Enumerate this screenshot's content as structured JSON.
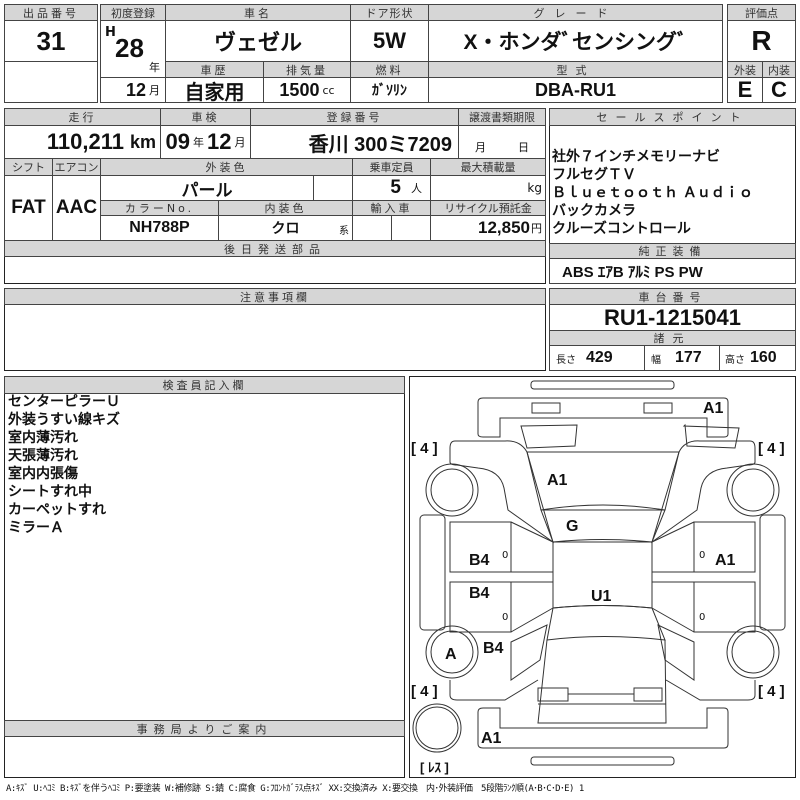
{
  "lot": {
    "label": "出品番号",
    "value": "31"
  },
  "first_reg": {
    "label": "初度登録",
    "era": "H",
    "year": "28",
    "year_unit": "年",
    "month": "12",
    "month_unit": "月"
  },
  "car_name": {
    "label": "車名",
    "value": "ヴェゼル"
  },
  "history": {
    "label": "車歴",
    "value": "自家用"
  },
  "displacement": {
    "label": "排気量",
    "value": "1500",
    "unit": "cc"
  },
  "doors": {
    "label": "ドア形状",
    "value": "5W"
  },
  "fuel": {
    "label": "燃料",
    "value": "ｶﾞｿﾘﾝ"
  },
  "grade": {
    "label": "グレード",
    "value": "X・ホンダﾞセンシングﾞ"
  },
  "model": {
    "label": "型式",
    "value": "DBA-RU1"
  },
  "score": {
    "label": "評価点",
    "value": "R",
    "ext_label": "外装",
    "ext": "E",
    "int_label": "内装",
    "int": "C"
  },
  "mileage": {
    "label": "走行",
    "value": "110,211",
    "unit": "km"
  },
  "inspection": {
    "label": "車検",
    "year": "09",
    "year_unit": "年",
    "month": "12",
    "month_unit": "月"
  },
  "plate": {
    "label": "登録番号",
    "value": "香川 300ミ7209"
  },
  "transfer": {
    "label": "譲渡書類期限",
    "month_unit": "月",
    "day_unit": "日"
  },
  "shift": {
    "label": "シフト",
    "value": "FAT"
  },
  "ac": {
    "label": "エアコン",
    "value": "AAC"
  },
  "ext_color": {
    "label": "外装色",
    "value": "パール"
  },
  "capacity": {
    "label": "乗車定員",
    "value": "5",
    "unit": "人"
  },
  "max_load": {
    "label": "最大積載量",
    "unit": "kg"
  },
  "color_no": {
    "label": "カラーNo.",
    "value": "NH788P"
  },
  "int_color": {
    "label": "内装色",
    "value": "クロ",
    "suffix": "系"
  },
  "import": {
    "label": "輸入車"
  },
  "recycle": {
    "label": "リサイクル預託金",
    "value": "12,850",
    "unit": "円"
  },
  "later_parts": {
    "label": "後日発送部品"
  },
  "sales_points": {
    "label": "セールスポイント",
    "items": [
      "社外７インチメモリーナビ",
      "フルセグＴＶ",
      "Ｂｌｕｅｔｏｏｔｈ Ａｕｄｉｏ",
      "バックカメラ",
      "クルーズコントロール"
    ]
  },
  "equipment": {
    "label": "純正装備",
    "value": "ABS ｴｱB ｱﾙﾐ PS PW"
  },
  "notes": {
    "label": "注意事項欄"
  },
  "chassis": {
    "label": "車台番号",
    "value": "RU1-1215041"
  },
  "specs": {
    "label": "諸元",
    "length_label": "長さ",
    "length": "429",
    "width_label": "幅",
    "width": "177",
    "height_label": "高さ",
    "height": "160"
  },
  "inspector": {
    "label": "検査員記入欄",
    "items": [
      "センターピラーＵ",
      "外装うすい線キズ",
      "室内薄汚れ",
      "天張薄汚れ",
      "室内内張傷",
      "シートすれ中",
      "カーペットすれ",
      "ミラーＡ"
    ]
  },
  "office": {
    "label": "事務局よりご案内"
  },
  "diagram": {
    "front_bumper": "A1",
    "windshield": "A1",
    "glass": "G",
    "left_front_door": "B4",
    "left_rear_door": "B4",
    "left_rear_fender": "B4",
    "left_rear_wheel": "A",
    "right_front_door": "A1",
    "roof": "U1",
    "rear_bumper": "A1",
    "tire_fl": "[ 4 ]",
    "tire_fr": "[ 4 ]",
    "tire_rl": "[ 4 ]",
    "tire_rr": "[ 4 ]",
    "spare": "[ ﾚｽ ]",
    "door_mark": "0"
  },
  "legend": "A:ｷｽﾞ U:ﾍｺﾐ B:ｷｽﾞを伴うﾍｺﾐ P:要塗装 W:補修跡 S:錆 C:腐食 G:ﾌﾛﾝﾄｶﾞﾗｽ点ｷｽﾞ XX:交換済み X:要交換　内･外装評価　5段階ﾗﾝｸ順(A･B･C･D･E) 1"
}
